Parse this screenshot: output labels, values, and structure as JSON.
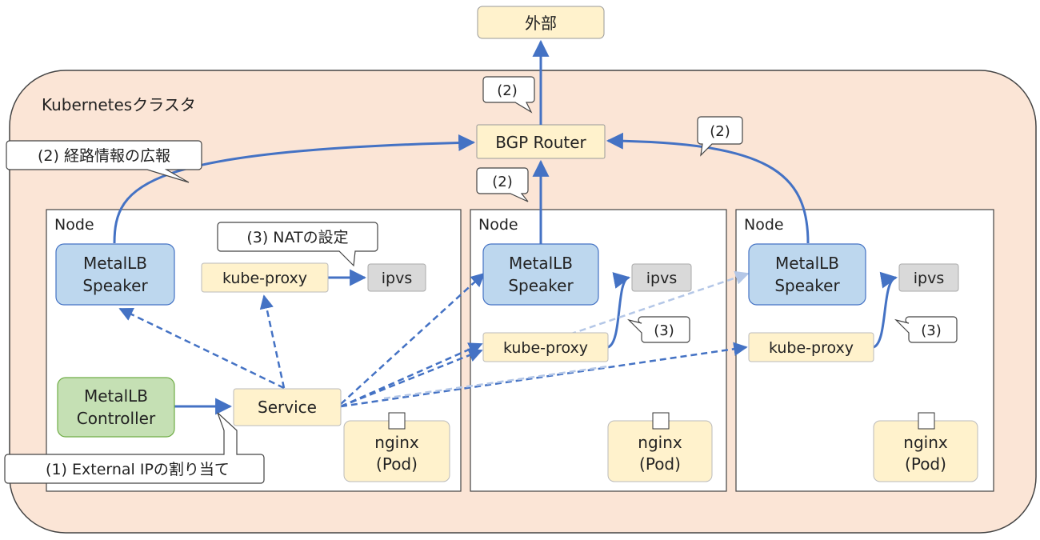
{
  "external": {
    "label": "外部"
  },
  "cluster": {
    "label": "Kubernetesクラスタ"
  },
  "router": {
    "label": "BGP Router"
  },
  "nodes": [
    {
      "label": "Node",
      "speaker": [
        "MetalLB",
        "Speaker"
      ],
      "kube_proxy": "kube-proxy",
      "ipvs": "ipvs",
      "pod": [
        "nginx",
        "(Pod)"
      ]
    },
    {
      "label": "Node",
      "speaker": [
        "MetalLB",
        "Speaker"
      ],
      "kube_proxy": "kube-proxy",
      "ipvs": "ipvs",
      "pod": [
        "nginx",
        "(Pod)"
      ]
    },
    {
      "label": "Node",
      "speaker": [
        "MetalLB",
        "Speaker"
      ],
      "kube_proxy": "kube-proxy",
      "ipvs": "ipvs",
      "pod": [
        "nginx",
        "(Pod)"
      ]
    }
  ],
  "controller": [
    "MetalLB",
    "Controller"
  ],
  "service": "Service",
  "callouts": {
    "route_advert": "(2) 経路情報の広報",
    "external_ip": "(1) External IPの割り当て",
    "nat": "(3) NATの設定",
    "c2_top": "(2)",
    "c2_right": "(2)",
    "c2_mid": "(2)",
    "c3_node2": "(3)",
    "c3_node3": "(3)"
  },
  "colors": {
    "cluster_fill": "#fbe5d6",
    "yellow_box": "#fff2cc",
    "blue_box": "#bdd7ee",
    "green_box": "#c5e0b4",
    "gray_box": "#d9d9d9",
    "arrow": "#4472c4",
    "arrow_light": "#b4c7e7"
  }
}
